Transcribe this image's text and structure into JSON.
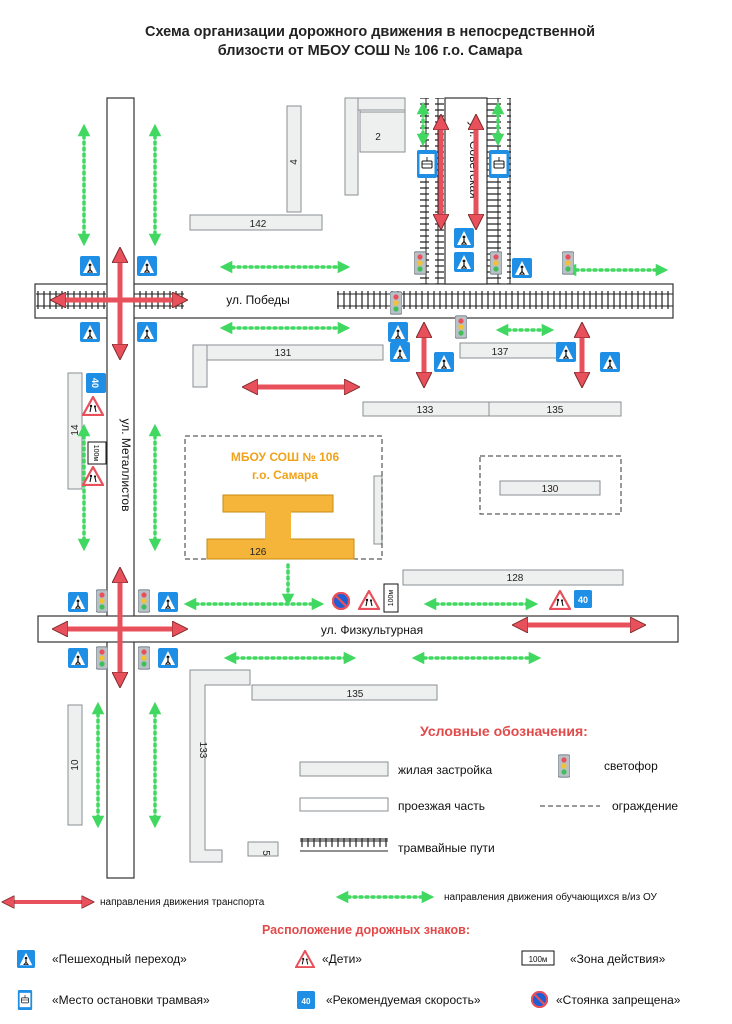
{
  "title_line1": "Схема организации дорожного движения в непосредственной",
  "title_line2": "близости от МБОУ СОШ № 106 г.о. Самара",
  "streets": {
    "pobedy": "ул. Победы",
    "metallistov": "ул. Металлистов",
    "sovetskaya": "ул. Советская",
    "fizkulturnaya": "ул. Физкультурная"
  },
  "buildings": {
    "b2": "2",
    "b4": "4",
    "b142": "142",
    "b131": "131",
    "b137": "137",
    "b133a": "133",
    "b135a": "135",
    "b130": "130",
    "b14": "14",
    "b128": "128",
    "b126": "126",
    "b135b": "135",
    "b133b": "133",
    "b10": "10",
    "b5": "5"
  },
  "school": {
    "line1": "МБОУ СОШ № 106",
    "line2": "г.о. Самара"
  },
  "signs": {
    "speed": "40",
    "zone": "100м"
  },
  "legend": {
    "heading": "Условные обозначения:",
    "residential": "жилая застройка",
    "traffic_light": "светофор",
    "roadway": "проезжая часть",
    "fence": "ограждение",
    "tram": "трамвайные пути",
    "vehicle_dir": "направления движения транспорта",
    "student_dir": "направления движения обучающихся в/из ОУ",
    "signs_heading": "Расположение дорожных знаков:",
    "crossing": "«Пешеходный переход»",
    "children": "«Дети»",
    "zone": "«Зона действия»",
    "tram_stop": "«Место остановки трамвая»",
    "speed": "«Рекомендуемая скорость»",
    "no_parking": "«Стоянка запрещена»"
  },
  "colors": {
    "road_border": "#333333",
    "building_fill": "#eef0ef",
    "school_fill": "#f5b53a",
    "arrow_red": "#e8505b",
    "arrow_green": "#40d860",
    "sign_blue": "#1f8fe6",
    "heading_red": "#e24a4a"
  },
  "icons": [
    "pedestrian-crossing-icon",
    "children-warning-icon",
    "zone-length-icon",
    "tram-stop-icon",
    "speed-icon",
    "no-parking-icon",
    "traffic-light-icon"
  ]
}
